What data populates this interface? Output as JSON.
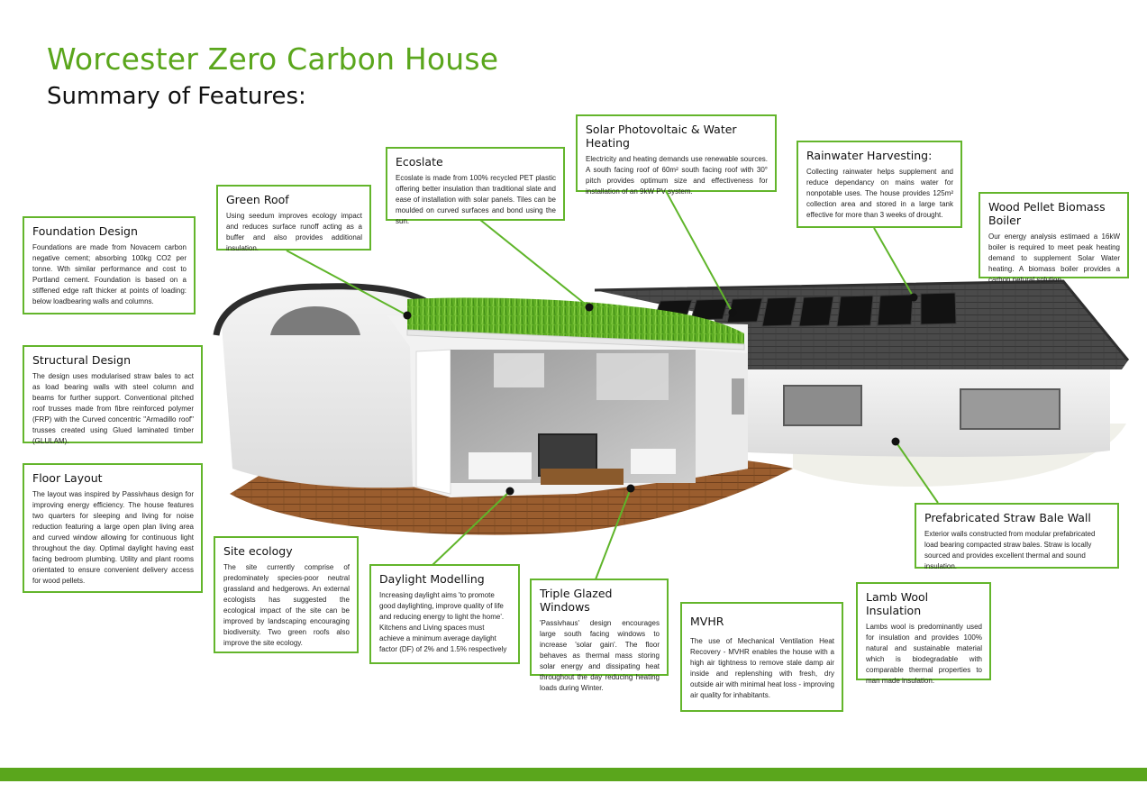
{
  "header": {
    "title": "Worcester Zero Carbon House",
    "subtitle": "Summary of Features:"
  },
  "features": {
    "foundation": {
      "title": "Foundation Design",
      "text": "Foundations are made from Novacem carbon negative cement; absorbing 100kg CO2 per tonne. Wth similar performance and cost to Portland cement. Foundation is based on a stiffened edge raft thicker at points of loading: below loadbearing walls and columns."
    },
    "green_roof": {
      "title": "Green Roof",
      "text": "Using seedum improves ecology impact and reduces surface runoff acting as a buffer and also provides additional insulation."
    },
    "ecoslate": {
      "title": "Ecoslate",
      "text": "Ecoslate is made from 100% recycled PET plastic offering better insulation than traditional slate and ease of installation with solar panels. Tiles can be moulded on curved surfaces and bond using the sun."
    },
    "solar": {
      "title": "Solar Photovoltaic & Water Heating",
      "text": "Electricity and heating demands use renewable sources. A south facing roof of 60m² south facing roof with 30° pitch provides optimum size and effectiveness for installation of an 9kW PV system."
    },
    "rainwater": {
      "title": "Rainwater Harvesting:",
      "text": "Collecting rainwater helps supplement and reduce dependancy on mains water for nonpotable uses. The house provides 125m² collection area and  stored in a large tank effective for more than 3 weeks of drought."
    },
    "biomass": {
      "title": "Wood Pellet Biomass Boiler",
      "text": "Our energy analysis estimaed a 16kW boiler is required to meet peak heating demand to supplement Solar Water heating. A biomass boiler provides a carbon netural solution."
    },
    "structural": {
      "title": "Structural Design",
      "text": "The design uses modularised straw bales to act as load bearing walls with steel column and beams for further support. Conventional pitched roof trusses made from fibre reinforced polymer (FRP) with the Curved concentric \"Armadillo roof\" trusses created using Glued laminated timber (GLULAM)."
    },
    "floor": {
      "title": "Floor Layout",
      "text": "The layout was inspired by Passivhaus design for improving energy efficiency. The house features two quarters for sleeping and living for noise reduction featuring a large open plan living area and curved window allowing for continuous light throughout the day. Optimal daylight having east facing bedroom plumbing. Utility and plant rooms orientated to ensure convenient delivery access for wood pellets."
    },
    "site_ecology": {
      "title": "Site ecology",
      "text": "The site currently comprise of predominately species-poor neutral grassland and hedgerows. An external ecologists has suggested the ecological impact of the site can be improved by landscaping encouraging biodiversity. Two green roofs also improve the site ecology."
    },
    "daylight": {
      "title": "Daylight Modelling",
      "text": "Increasing daylight aims 'to promote good daylighting, improve quality of life and reducing energy to light the home'. Kitchens and Living spaces must achieve a minimum average daylight factor (DF) of 2% and 1.5% respectively"
    },
    "triple_glazed": {
      "title": "Triple Glazed Windows",
      "text": "'Passivhaus' design encourages large south facing windows to increase 'solar gain'. The floor behaves as thermal mass storing solar energy and dissipating heat throughout the day reducing heating loads during Winter."
    },
    "mvhr": {
      "title": "MVHR",
      "text": "The use of Mechanical Ventilation Heat Recovery - MVHR enables the house with a high air tightness to remove stale damp air inside and replenshing with fresh, dry outside air with minimal heat loss - improving air quality for inhabitants."
    },
    "straw_bale": {
      "title": "Prefabricated Straw Bale Wall",
      "text": "Exterior walls constructed from modular prefabricated load bearing compacted straw bales. Straw is locally sourced and provides excellent thermal and sound insulation."
    },
    "lamb_wool": {
      "title": "Lamb Wool Insulation",
      "text": "Lambs wool is predominantly used for insulation and provides 100% natural and sustainable material which is biodegradable with comparable thermal properties to man made insulation."
    }
  },
  "colors": {
    "accent": "#5aa61c",
    "box_border": "#63b52b",
    "leader_line": "#5fb52a"
  }
}
